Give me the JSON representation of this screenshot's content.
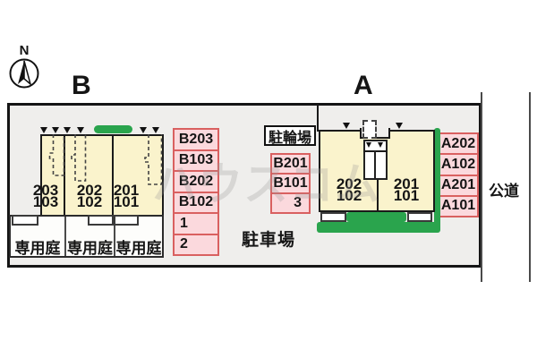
{
  "colors": {
    "site_bg": "#efeeec",
    "building_fill": "#faf3cc",
    "parking_fill": "#fbd9dd",
    "parking_border": "#d96060",
    "hedge_green": "#2aa44d"
  },
  "compass": {
    "label": "N"
  },
  "buildings": {
    "b": {
      "label": "B",
      "units": [
        {
          "upper": "203",
          "lower": "103"
        },
        {
          "upper": "202",
          "lower": "102"
        },
        {
          "upper": "201",
          "lower": "101"
        }
      ],
      "gardens": [
        "専用庭",
        "専用庭",
        "専用庭"
      ]
    },
    "a": {
      "label": "A",
      "units": [
        {
          "upper": "202",
          "lower": "102"
        },
        {
          "upper": "201",
          "lower": "101"
        }
      ]
    }
  },
  "parking": {
    "lot_label": "駐車場",
    "b_column": [
      "B203",
      "B103",
      "B202",
      "B102",
      "1",
      "2"
    ],
    "mid_column": [
      "B201",
      "B101",
      "3"
    ],
    "a_column": [
      "A202",
      "A102",
      "A201",
      "A101"
    ]
  },
  "bike_parking": {
    "label": "駐輪場"
  },
  "road": {
    "label": "公道"
  },
  "watermark": {
    "text": "ハウスコム"
  }
}
